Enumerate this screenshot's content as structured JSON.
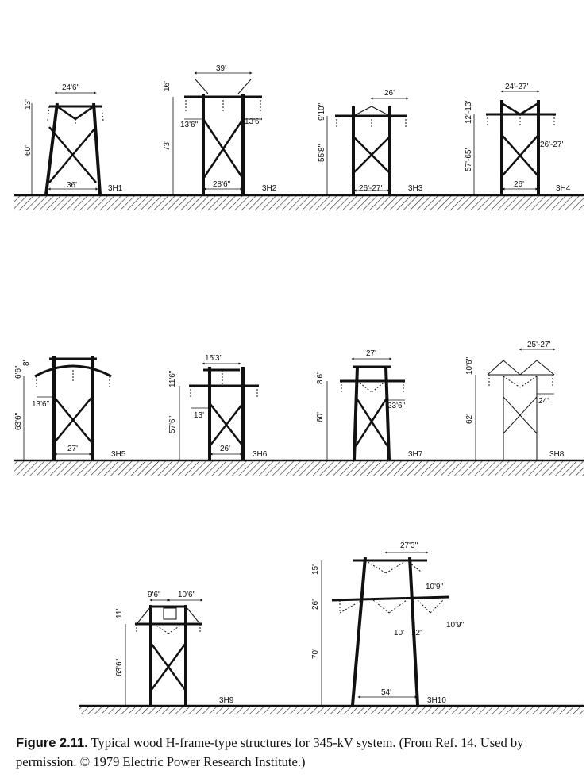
{
  "structures": [
    {
      "code": "3H1",
      "labels": [
        "24'6\"",
        "13'",
        "60'",
        "36'"
      ]
    },
    {
      "code": "3H2",
      "labels": [
        "39'",
        "16'",
        "13'6\"",
        "13'6\"",
        "73'",
        "28'6\""
      ]
    },
    {
      "code": "3H3",
      "labels": [
        "26'",
        "9'10\"",
        "55'8\"",
        "26'-27'"
      ]
    },
    {
      "code": "3H4",
      "labels": [
        "24'-27'",
        "12'-13'",
        "26'-27'",
        "57'-65'",
        "26'"
      ]
    },
    {
      "code": "3H5",
      "labels": [
        "8'",
        "6'6\"",
        "13'6\"",
        "63'6\"",
        "27'"
      ]
    },
    {
      "code": "3H6",
      "labels": [
        "15'3\"",
        "11'6\"",
        "13'",
        "57'6\"",
        "26'"
      ]
    },
    {
      "code": "3H7",
      "labels": [
        "27'",
        "8'6\"",
        "23'6\"",
        "60'"
      ]
    },
    {
      "code": "3H8",
      "labels": [
        "25'-27'",
        "10'6\"",
        "24'",
        "62'"
      ]
    },
    {
      "code": "3H9",
      "labels": [
        "9'6\"",
        "10'6\"",
        "11'",
        "63'6\""
      ]
    },
    {
      "code": "3H10",
      "labels": [
        "27'3\"",
        "15'",
        "10'9\"",
        "26'",
        "10'",
        "12'",
        "10'9\"",
        "70'",
        "54'"
      ]
    }
  ],
  "caption": {
    "figure_number": "Figure 2.11.",
    "text": " Typical wood H-frame-type structures for 345-kV system. (From Ref. 14. Used by permission. © 1979 Electric Power Research Institute.)"
  }
}
